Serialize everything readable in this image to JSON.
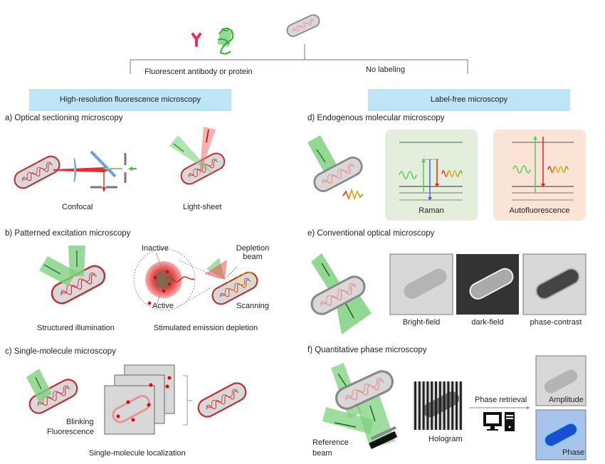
{
  "top": {
    "branch_left_label": "Fluorescent antibody or protein",
    "branch_right_label": "No labeling",
    "icons": [
      "antibody-icon",
      "fluorescent-protein-icon",
      "bacterium-icon"
    ]
  },
  "left": {
    "banner": "High-resolution fluorescence microscopy",
    "sections": [
      {
        "title": "a) Optical sectioning microscopy",
        "panels": [
          {
            "label": "Confocal"
          },
          {
            "label": "Light-sheet"
          }
        ]
      },
      {
        "title": "b) Patterned excitation microscopy",
        "panels": [
          {
            "label": "Structured illumination"
          },
          {
            "label": "Stimulated emission depletion"
          }
        ],
        "annotations": {
          "inactive": "Inactive",
          "active": "Active",
          "depletion_beam_line1": "Depletion",
          "depletion_beam_line2": "beam",
          "scanning": "Scanning"
        }
      },
      {
        "title": "c) Single-molecule microscopy",
        "annotations": {
          "blinking_line1": "Blinking",
          "blinking_line2": "Fluorescence"
        },
        "panels": [
          {
            "label": "Single-molecule localization"
          }
        ]
      }
    ]
  },
  "right": {
    "banner": "Label-free microscopy",
    "sections": [
      {
        "title": "d) Endogenous molecular microscopy",
        "panels": [
          {
            "label": "Raman",
            "bg": "#e3efdc"
          },
          {
            "label": "Autofluorescence",
            "bg": "#fbe3d6"
          }
        ]
      },
      {
        "title": "e) Conventional optical microscopy",
        "panels": [
          {
            "label": "Bright-field"
          },
          {
            "label": "dark-field"
          },
          {
            "label": "phase-contrast"
          }
        ]
      },
      {
        "title": "f) Quantitative phase microscopy",
        "annotations": {
          "reference_line1": "Reference",
          "reference_line2": "beam",
          "hologram": "Hologram",
          "phase_retrieval": "Phase retrieval"
        },
        "panels": [
          {
            "label": "Amplitude"
          },
          {
            "label": "Phase"
          }
        ]
      }
    ]
  },
  "colors": {
    "banner": "#bde5f7",
    "beam_green": "#7fd07f",
    "beam_red": "#e03030",
    "cell_fill": "#d8d8d8"
  }
}
